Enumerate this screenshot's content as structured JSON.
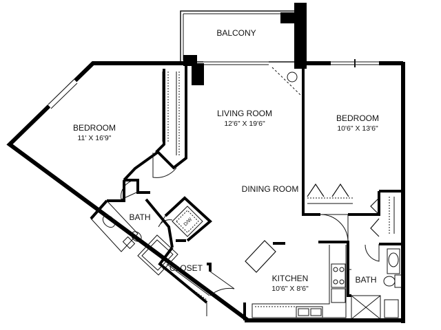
{
  "rooms": {
    "balcony": {
      "name": "BALCONY"
    },
    "bedroom_left": {
      "name": "BEDROOM",
      "size": "11' X 16'9\""
    },
    "living_room": {
      "name": "LIVING ROOM",
      "size": "12'6\" X 19'6\""
    },
    "bedroom_right": {
      "name": "BEDROOM",
      "size": "10'6\" X 13'6\""
    },
    "dining_room": {
      "name": "DINING ROOM"
    },
    "bath_left": {
      "name": "BATH"
    },
    "dishwasher": {
      "name": "D/W"
    },
    "closet": {
      "name": "CLOSET"
    },
    "kitchen": {
      "name": "KITCHEN",
      "size": "10'6\" X 8'6\""
    },
    "bath_right": {
      "name": "BATH"
    }
  },
  "colors": {
    "wall": "#000000",
    "line": "#111111",
    "background": "#ffffff"
  }
}
